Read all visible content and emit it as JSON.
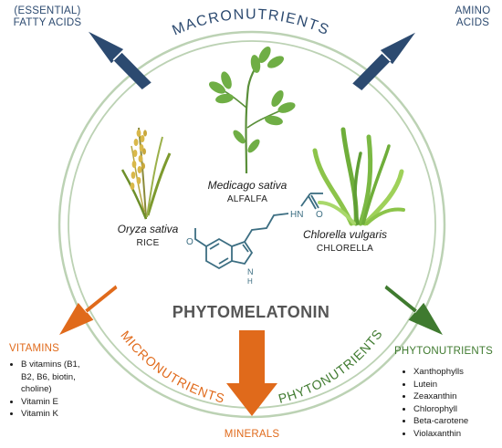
{
  "title": "PHYTOMELATONIN",
  "ring_labels": {
    "macro": "MACRONUTRIENTS",
    "micro": "MICRONUTRIENTS",
    "phyto": "PHYTONUTRIENTS"
  },
  "corners": {
    "fatty_line1": "(ESSENTIAL)",
    "fatty_line2": "FATTY ACIDS",
    "amino_line1": "AMINO",
    "amino_line2": "ACIDS"
  },
  "species": {
    "alfalfa": {
      "latin": "Medicago sativa",
      "common": "ALFALFA"
    },
    "rice": {
      "latin": "Oryza sativa",
      "common": "RICE"
    },
    "chlorella": {
      "latin": "Chlorella vulgaris",
      "common": "CHLORELLA"
    }
  },
  "molecule": {
    "nh_label": "HN",
    "o_label": "O",
    "n_label": "N",
    "h_label": "H"
  },
  "vitamins": {
    "heading": "VITAMINS",
    "items": [
      {
        "line1": "B vitamins (B1,",
        "line2": "B2, B6, biotin,",
        "line3": "choline)"
      },
      "Vitamin E",
      "Vitamin K"
    ]
  },
  "minerals": {
    "heading": "MINERALS"
  },
  "phytonutrients": {
    "heading": "PHYTONUTRIENTS",
    "items": [
      "Xanthophylls",
      "Lutein",
      "Zeaxanthin",
      "Chlorophyll",
      "Beta-carotene",
      "Violaxanthin"
    ]
  },
  "colors": {
    "navy": "#2c4a70",
    "orange": "#e06a1b",
    "green": "#3f7a2f",
    "ring": "#bcd2b4",
    "molecule": "#3c6e82"
  }
}
